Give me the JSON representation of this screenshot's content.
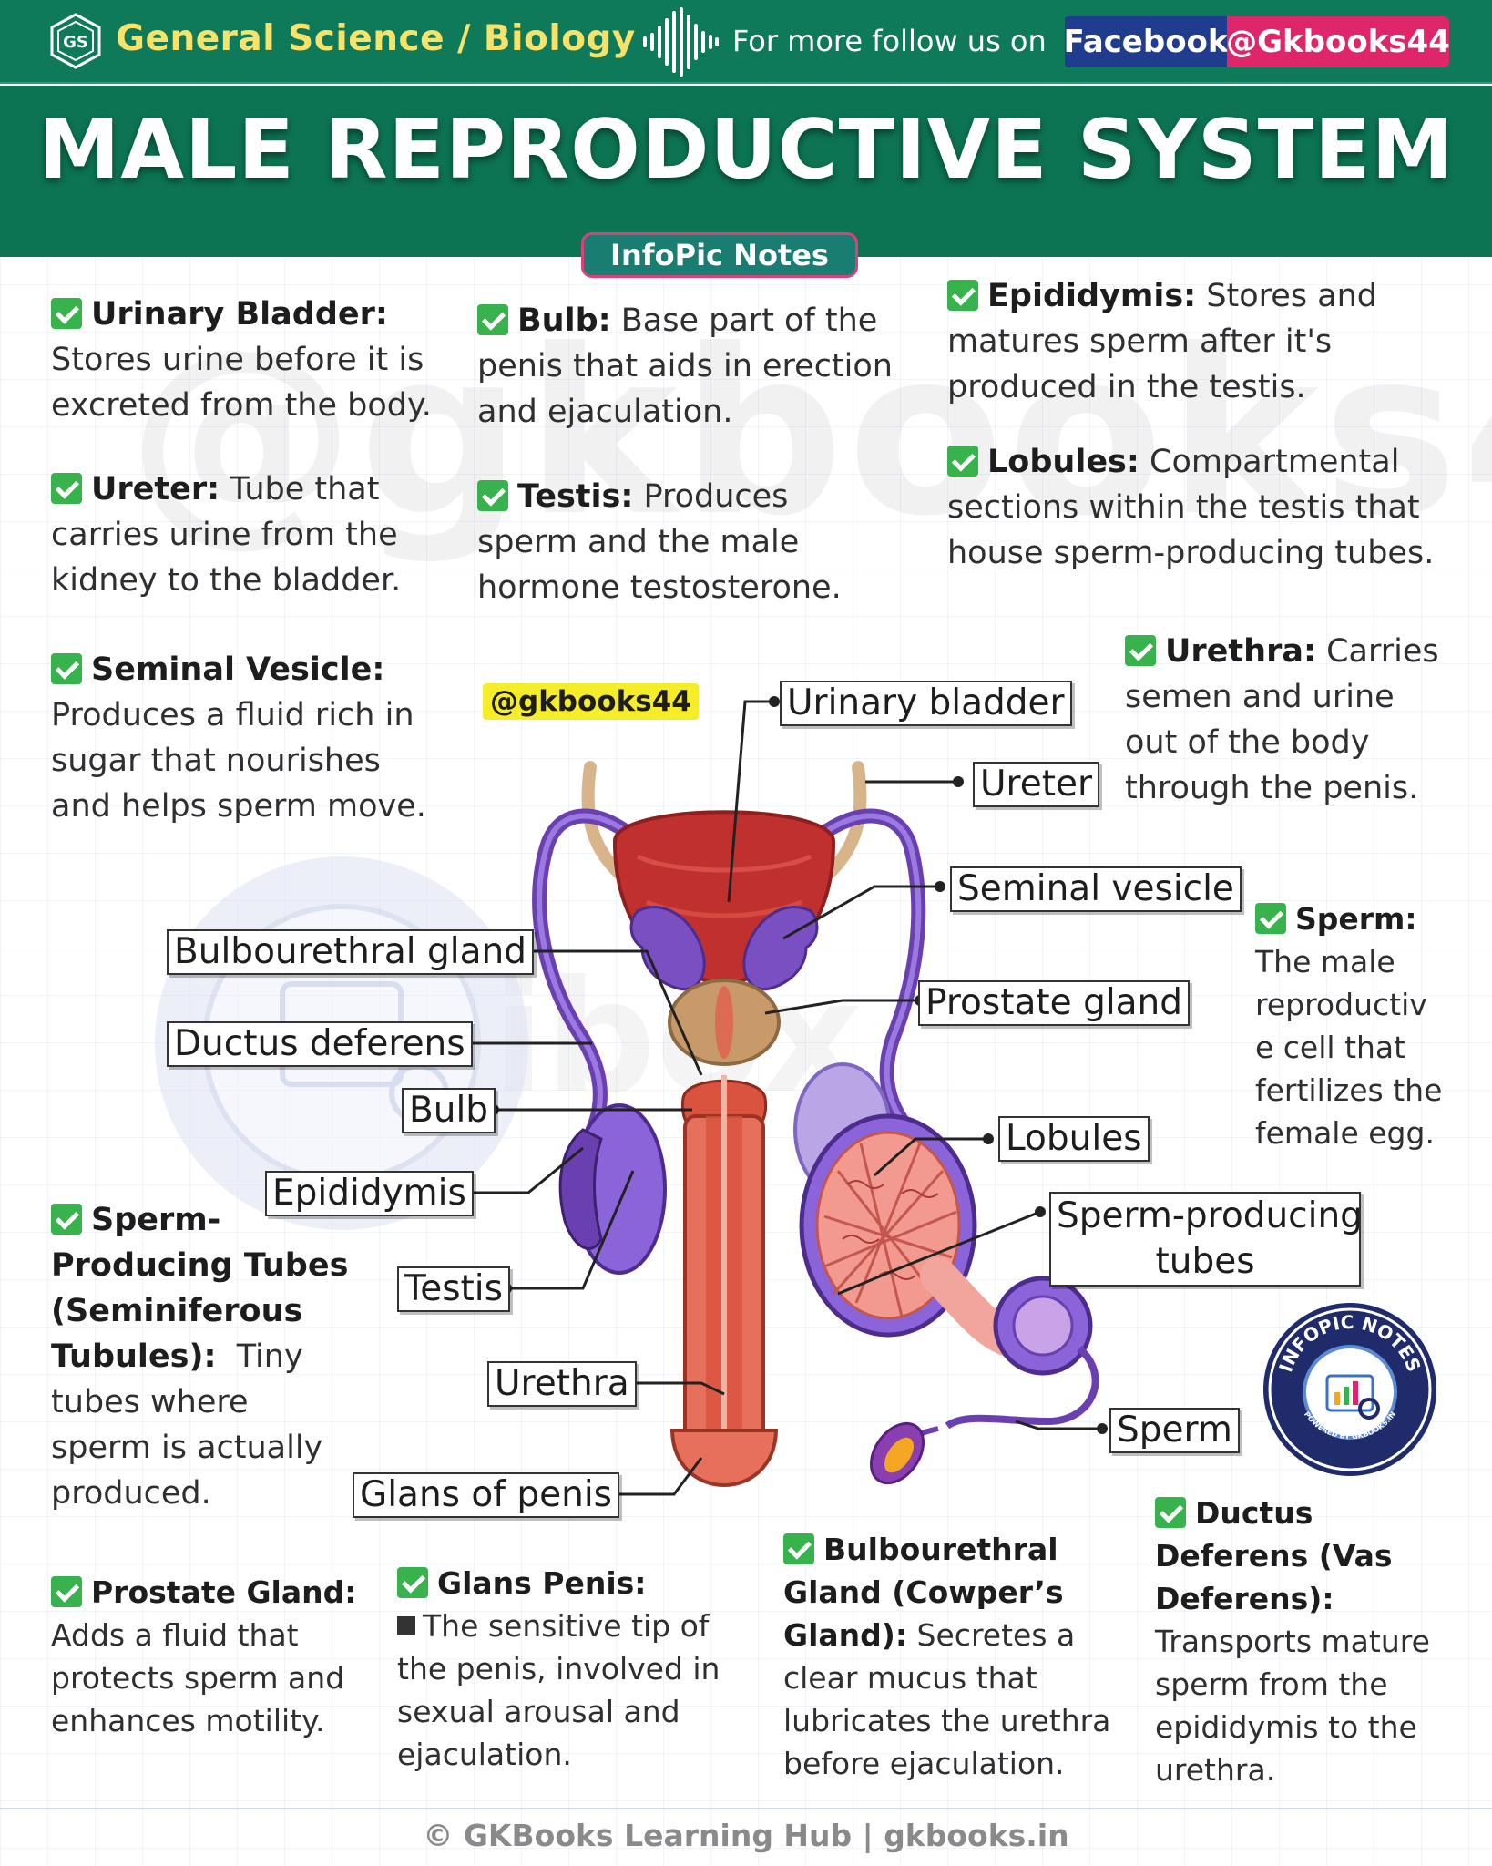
{
  "header": {
    "logo_text": "GS",
    "section": "General Science / Biology",
    "follow_text": "For more follow us on",
    "facebook": "Facebook",
    "handle": "@Gkbooks44"
  },
  "title": "MALE REPRODUCTIVE SYSTEM",
  "pill": "InfoPic Notes",
  "watermark": "@gkbooks44",
  "watermark2": "ibox",
  "diagram": {
    "handle_tag": "@gkbooks44",
    "labels": {
      "urinary_bladder": "Urinary bladder",
      "ureter": "Ureter",
      "seminal_vesicle": "Seminal vesicle",
      "prostate_gland": "Prostate gland",
      "lobules": "Lobules",
      "sperm_tubes_1": "Sperm-producing",
      "sperm_tubes_2": "tubes",
      "sperm": "Sperm",
      "bulbourethral_gland": "Bulbourethral gland",
      "ductus_deferens": "Ductus deferens",
      "bulb": "Bulb",
      "epididymis": "Epididymis",
      "testis": "Testis",
      "urethra": "Urethra",
      "glans_of_penis": "Glans of penis"
    },
    "colors": {
      "bladder": "#c0302f",
      "vesicle": "#7a4fc2",
      "prostate": "#c89a6a",
      "urethra": "#e2604e",
      "testis": "#8a64d8",
      "ureter": "#d8b48a",
      "vas": "#6a3fb0"
    }
  },
  "notes": {
    "urinary_bladder": {
      "term": "Urinary Bladder:",
      "lines": [
        "Stores urine before it is",
        "excreted from the body."
      ]
    },
    "ureter": {
      "term": "Ureter:",
      "rest": " Tube that",
      "lines": [
        "carries urine from the",
        "kidney to the bladder."
      ]
    },
    "seminal_vesicle": {
      "term": "Seminal Vesicle:",
      "lines": [
        "Produces a fluid rich in",
        "sugar that nourishes",
        "and helps sperm move."
      ]
    },
    "bulb": {
      "term": "Bulb:",
      "rest": " Base part of the",
      "lines": [
        "penis that aids in erection",
        "and ejaculation."
      ]
    },
    "testis": {
      "term": "Testis:",
      "rest": " Produces",
      "lines": [
        "sperm and the male",
        "hormone testosterone."
      ]
    },
    "epididymis": {
      "term": "Epididymis:",
      "rest": " Stores and",
      "lines": [
        "matures sperm after it's",
        "produced in the testis."
      ]
    },
    "lobules": {
      "term": "Lobules:",
      "rest": " Compartmental",
      "lines": [
        "sections within the testis that",
        "house sperm-producing tubes."
      ]
    },
    "urethra": {
      "term": "Urethra:",
      "rest": " Carries",
      "lines": [
        "semen and urine",
        "out of the body",
        "through the penis."
      ]
    },
    "sperm": {
      "term": "Sperm:",
      "lines": [
        "The male",
        "reproductiv",
        "e cell that",
        "fertilizes the",
        "female egg."
      ]
    },
    "sperm_tubes": {
      "term_lines": [
        "Sperm-",
        "Producing Tubes",
        "(Seminiferous",
        "Tubules):"
      ],
      "rest": "  Tiny",
      "lines": [
        "tubes where",
        "sperm is actually",
        "produced."
      ]
    },
    "prostate_gland": {
      "term": "Prostate Gland:",
      "lines": [
        "Adds a fluid that",
        "protects sperm and",
        "enhances motility."
      ]
    },
    "glans_penis": {
      "term": "Glans Penis:",
      "lines": [
        "The sensitive tip of",
        "the penis, involved in",
        "sexual arousal and",
        "ejaculation."
      ]
    },
    "bulbourethral_gland": {
      "term_lines": [
        "Bulbourethral",
        "Gland (Cowper’s",
        "Gland):"
      ],
      "rest": " Secretes a",
      "lines": [
        "clear mucus that",
        "lubricates the urethra",
        "before ejaculation."
      ]
    },
    "ductus_deferens": {
      "term_lines": [
        "Ductus",
        "Deferens (Vas",
        "Deferens):"
      ],
      "lines": [
        "Transports mature",
        "sperm from the",
        "epididymis to the",
        "urethra."
      ]
    }
  },
  "badge": {
    "top": "INFOPIC NOTES",
    "bottom": "POWERED BY GKBOOKS.IN"
  },
  "footer": "© GKBooks Learning Hub | gkbooks.in"
}
